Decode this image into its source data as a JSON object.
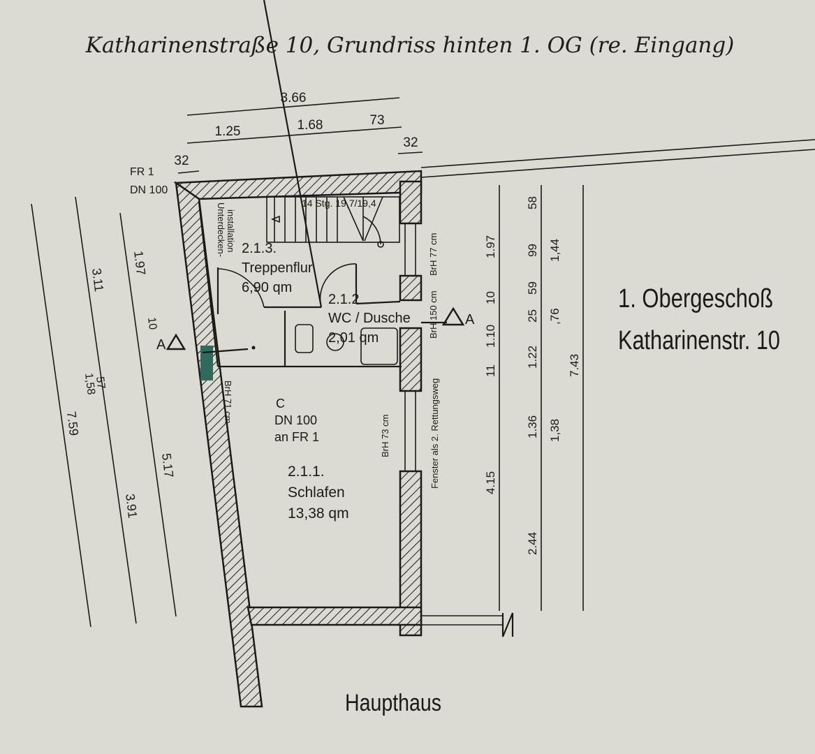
{
  "title": "Katharinenstraße 10, Grundriss hinten 1. OG (re. Eingang)",
  "floor_label": {
    "line1": "1. Obergeschoß",
    "line2": "Katharinenstr. 10"
  },
  "bottom_label": "Haupthaus",
  "rooms": [
    {
      "number": "2.1.3.",
      "name": "Treppenflur",
      "area": "6,90 qm"
    },
    {
      "number": "2.1.2",
      "name": "WC / Dusche",
      "area": "2,01 qm"
    },
    {
      "number": "2.1.1.",
      "name": "Schlafen",
      "area": "13,38 qm"
    }
  ],
  "annotations": {
    "stairs": "14 Stg. 19,7/19,4",
    "installation_1": "Unterdecken-",
    "installation_2": "installation",
    "fr1": "FR 1",
    "dn100": "DN 100",
    "c_1": "C",
    "c_2": "DN 100",
    "c_3": "an FR 1",
    "bh71": "BrH 71 cm",
    "bh73": "BrH 73 cm",
    "bh77": "BrH 77 cm",
    "bh150": "BrH 150 cm",
    "rettungsweg": "Fenster als 2. Rettungsweg",
    "section_a_left": "A",
    "section_a_right": "A"
  },
  "dimensions": {
    "top": {
      "total": "3.66",
      "a": "1.25",
      "b": "1.68",
      "c": "73",
      "left_wall": "32",
      "right_wall": "32"
    },
    "left": {
      "outer": "7.59",
      "mid_a": "3.11",
      "mid_b": "1,58",
      "mid_c": "57",
      "mid_d": "3.91",
      "inner_a": "1.97",
      "inner_b": "10",
      "inner_c": "5.17"
    },
    "right1": {
      "a": "1.97",
      "b": "10",
      "c": "1.10",
      "d": "11",
      "e": "4.15"
    },
    "right2": {
      "a": "58",
      "b": "99",
      "c": "59",
      "d": "25",
      "e": "1.22",
      "f": "1.36",
      "g": "2.44"
    },
    "right2b": {
      "a": "1,44",
      "b": ",76",
      "c": "1,38"
    },
    "right3": {
      "total": "7.43"
    }
  }
}
